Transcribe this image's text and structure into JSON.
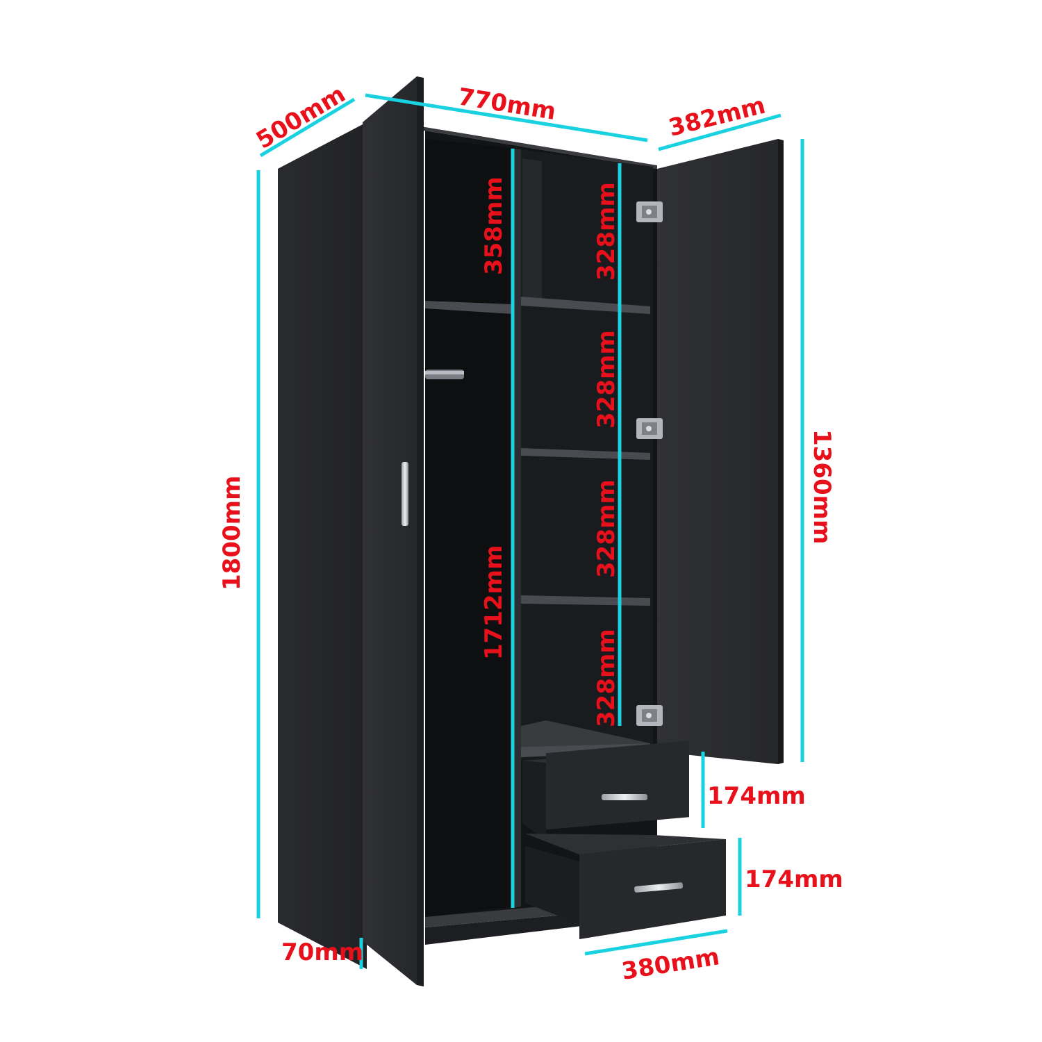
{
  "colors": {
    "dimension_line": "#1ad1e0",
    "dimension_text": "#e8101a",
    "carcass": "#2b2c2f",
    "carcass_dark": "#1a1b1d",
    "interior": "#111214",
    "shelf_edge": "#3c3d41",
    "handle": "#c9cbd0",
    "background": "#ffffff"
  },
  "dimensions": {
    "depth": "500mm",
    "width": "770mm",
    "door_width": "382mm",
    "height": "1800mm",
    "door_height": "1360mm",
    "hanging_height": "1712mm",
    "top_left_compartment": "358mm",
    "shelf_1": "328mm",
    "shelf_2": "328mm",
    "shelf_3": "328mm",
    "shelf_4": "328mm",
    "drawer_upper": "174mm",
    "drawer_lower": "174mm",
    "plinth": "70mm",
    "drawer_width": "380mm"
  },
  "icons": {
    "hinge": "hinge-icon",
    "handle": "bar-handle-icon"
  }
}
